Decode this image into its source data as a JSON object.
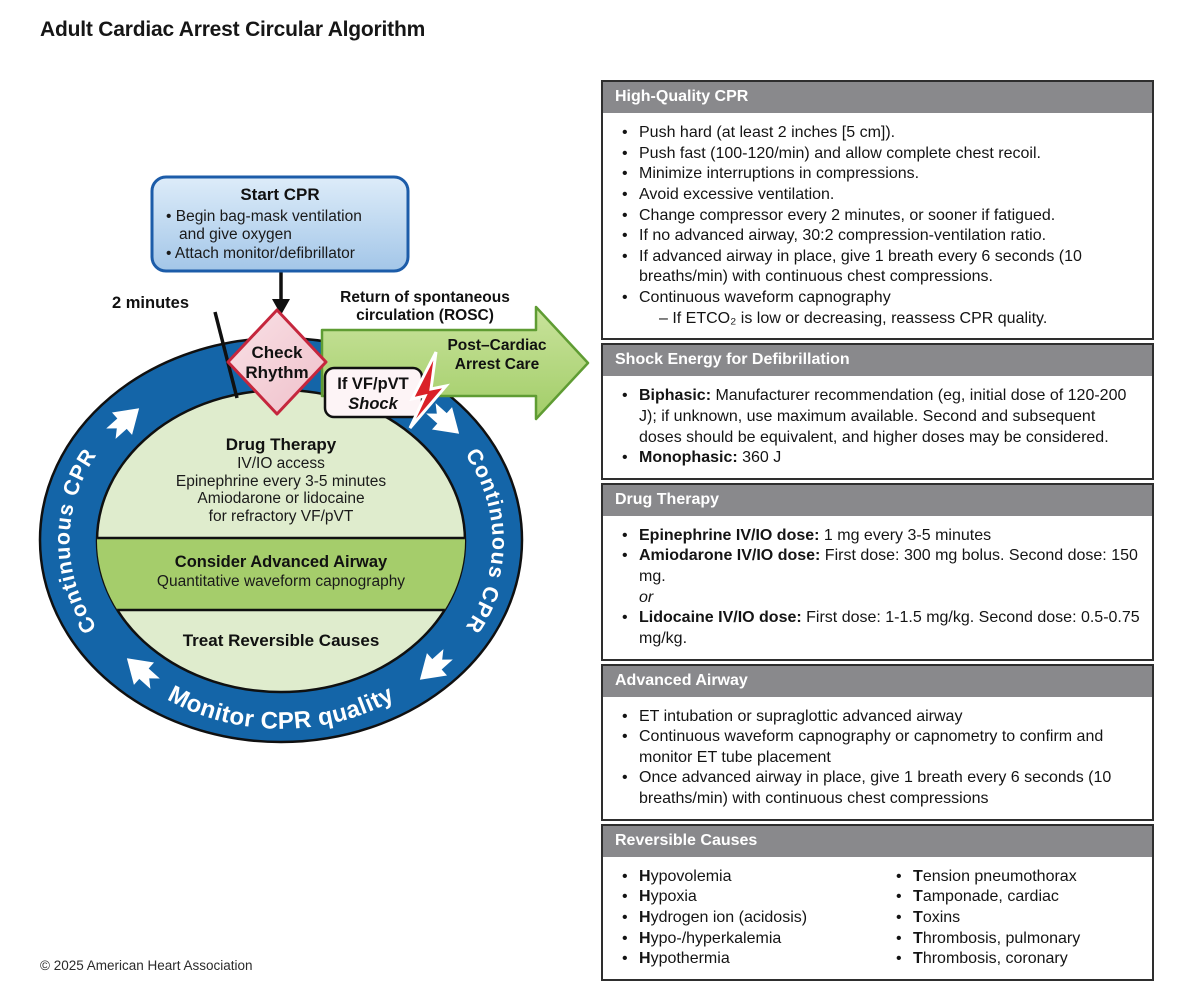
{
  "title": "Adult Cardiac Arrest Circular Algorithm",
  "copyright": "© 2025 American Heart Association",
  "diagram": {
    "start_box": {
      "title": "Start CPR",
      "lines": [
        "• Begin bag-mask ventilation",
        "and give oxygen",
        "• Attach monitor/defibrillator"
      ]
    },
    "two_minutes_label": "2 minutes",
    "rosc_label": [
      "Return of spontaneous",
      "circulation (ROSC)"
    ],
    "post_arrow_label": [
      "Post–Cardiac",
      "Arrest Care"
    ],
    "check_rhythm": [
      "Check",
      "Rhythm"
    ],
    "shock_label": [
      "If VF/pVT",
      "Shock"
    ],
    "ring": {
      "left_text": "Continuous CPR",
      "right_text": "Continuous CPR",
      "bottom_text": "Monitor CPR quality"
    },
    "inner": {
      "drug_title": "Drug Therapy",
      "drug_lines": [
        "IV/IO access",
        "Epinephrine every 3-5 minutes",
        "Amiodarone or lidocaine",
        "for refractory VF/pVT"
      ],
      "airway_title": "Consider Advanced Airway",
      "airway_line": "Quantitative waveform capnography",
      "treat_title": "Treat Reversible Causes"
    },
    "colors": {
      "ring_blue": "#1465a8",
      "inner_green": "#dfeccd",
      "band_green": "#a5cd6b",
      "arrow_green": "#aed177",
      "arrow_border": "#5f9c33",
      "diamond_pink": "#f4ccd4",
      "diamond_border": "#c5273d",
      "bolt_red": "#da2128",
      "start_box_blue": "#bcd6ee",
      "start_box_border": "#1c5ca9",
      "header_gray": "#89898c"
    }
  },
  "panels": [
    {
      "id": "high-quality-cpr",
      "title": "High-Quality CPR",
      "bullets": [
        {
          "t": "Push hard (at least 2 inches [5 cm])."
        },
        {
          "t": "Push fast (100-120/min) and allow complete chest recoil."
        },
        {
          "t": "Minimize interruptions in compressions."
        },
        {
          "t": "Avoid excessive ventilation."
        },
        {
          "t": "Change compressor every 2 minutes, or sooner if fatigued."
        },
        {
          "t": "If no advanced airway, 30:2 compression-ventilation ratio."
        },
        {
          "t": "If advanced airway in place, give 1 breath every 6 seconds (10 breaths/min) with continuous chest compressions."
        },
        {
          "t": "Continuous waveform capnography"
        },
        {
          "t": "– If ETCO₂ is low or decreasing, reassess CPR quality.",
          "sub": true
        }
      ]
    },
    {
      "id": "shock-energy",
      "title": "Shock Energy for Defibrillation",
      "bullets": [
        {
          "b": "Biphasic:",
          "t": " Manufacturer recommendation (eg, initial dose of 120-200 J); if unknown, use maximum available. Second and subsequent doses should be equivalent, and higher doses may be considered."
        },
        {
          "b": "Monophasic:",
          "t": " 360 J"
        }
      ]
    },
    {
      "id": "drug-therapy",
      "title": "Drug Therapy",
      "bullets": [
        {
          "b": "Epinephrine IV/IO dose:",
          "t": " 1 mg every 3-5 minutes"
        },
        {
          "b": "Amiodarone IV/IO dose:",
          "t": " First dose: 300 mg bolus. Second dose: 150 mg."
        },
        {
          "t": "or",
          "i": true
        },
        {
          "b": "Lidocaine IV/IO dose:",
          "t": " First dose: 1-1.5 mg/kg. Second dose: 0.5-0.75 mg/kg."
        }
      ]
    },
    {
      "id": "advanced-airway",
      "title": "Advanced Airway",
      "bullets": [
        {
          "t": "ET intubation or supraglottic advanced airway"
        },
        {
          "t": "Continuous waveform capnography or capnometry to confirm and monitor ET tube placement"
        },
        {
          "t": "Once advanced airway in place, give 1 breath every 6 seconds (10 breaths/min) with continuous chest compressions"
        }
      ]
    },
    {
      "id": "reversible-causes",
      "title": "Reversible Causes",
      "columns": [
        [
          {
            "b": "H",
            "t": "ypovolemia"
          },
          {
            "b": "H",
            "t": "ypoxia"
          },
          {
            "b": "H",
            "t": "ydrogen ion (acidosis)"
          },
          {
            "b": "H",
            "t": "ypo-/hyperkalemia"
          },
          {
            "b": "H",
            "t": "ypothermia"
          }
        ],
        [
          {
            "b": "T",
            "t": "ension pneumothorax"
          },
          {
            "b": "T",
            "t": "amponade, cardiac"
          },
          {
            "b": "T",
            "t": "oxins"
          },
          {
            "b": "T",
            "t": "hrombosis, pulmonary"
          },
          {
            "b": "T",
            "t": "hrombosis, coronary"
          }
        ]
      ]
    }
  ]
}
